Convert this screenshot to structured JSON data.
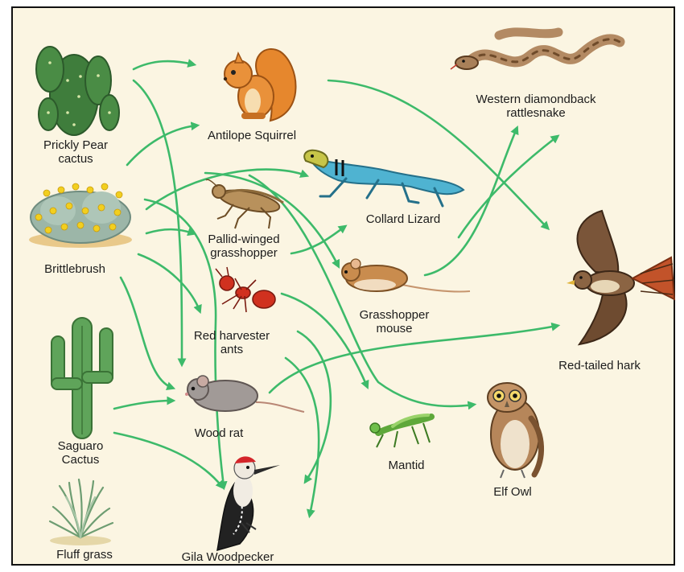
{
  "colors": {
    "background": "#fbf5e2",
    "arrow": "#3dba6a",
    "border": "#111111",
    "text": "#1c1c1c"
  },
  "organisms": {
    "prickly_pear": {
      "label_line1": "Prickly Pear",
      "label_line2": "cactus",
      "icon": "prickly-pear-cactus-icon"
    },
    "brittlebrush": {
      "label": "Brittlebrush",
      "icon": "brittlebrush-shrub-icon"
    },
    "saguaro": {
      "label_line1": "Saguaro",
      "label_line2": "Cactus",
      "icon": "saguaro-cactus-icon"
    },
    "fluff_grass": {
      "label": "Fluff grass",
      "icon": "grass-tuft-icon"
    },
    "squirrel": {
      "label": "Antilope Squirrel",
      "icon": "squirrel-icon"
    },
    "grasshopper": {
      "label_line1": "Pallid-winged",
      "label_line2": "grasshopper",
      "icon": "grasshopper-icon"
    },
    "ants": {
      "label_line1": "Red harvester",
      "label_line2": "ants",
      "icon": "ant-icon"
    },
    "wood_rat": {
      "label": "Wood rat",
      "icon": "rat-icon"
    },
    "woodpecker": {
      "label": "Gila Woodpecker",
      "icon": "woodpecker-icon"
    },
    "lizard": {
      "label": "Collard Lizard",
      "icon": "lizard-icon"
    },
    "mouse": {
      "label_line1": "Grasshopper",
      "label_line2": "mouse",
      "icon": "mouse-icon"
    },
    "mantid": {
      "label": "Mantid",
      "icon": "mantis-icon"
    },
    "snake": {
      "label_line1": "Western diamondback",
      "label_line2": "rattlesnake",
      "icon": "rattlesnake-icon"
    },
    "hawk": {
      "label": "Red-tailed hark",
      "icon": "hawk-icon"
    },
    "owl": {
      "label": "Elf Owl",
      "icon": "owl-icon"
    }
  }
}
